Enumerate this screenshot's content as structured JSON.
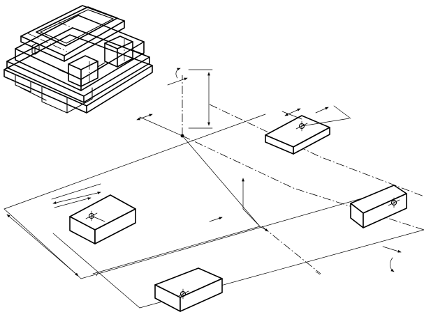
{
  "figure": {
    "labels": []
  },
  "colors": {
    "line": "#000000",
    "background": "#ffffff"
  },
  "icons": {
    "block_center_mark": "crosshair-circle",
    "axis_up": "arrow-up",
    "rotation_marker": "curved-arrow"
  }
}
